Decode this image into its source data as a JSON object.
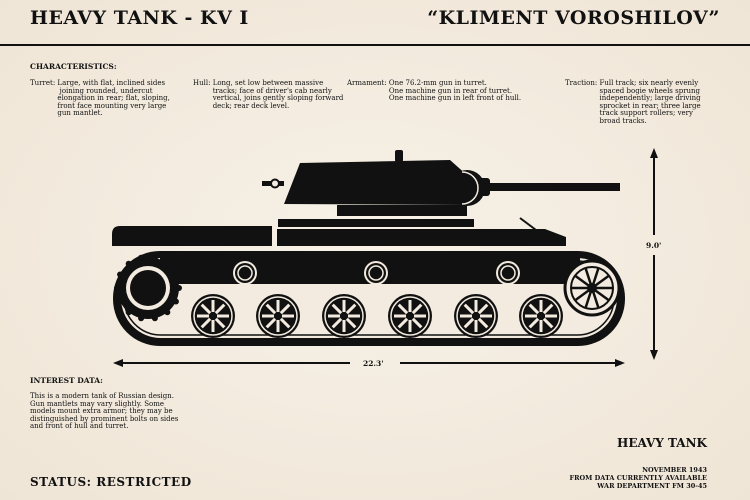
{
  "header": {
    "title_left": "HEAVY TANK - KV I",
    "title_right": "“KLIMENT VOROSHILOV”"
  },
  "characteristics": {
    "heading": "CHARACTERISTICS:",
    "items": [
      {
        "label": "Turret:",
        "text": "Large, with flat, inclined sides\n joining rounded, undercut\nelongation in rear; flat, sloping,\nfront face mounting very large\ngun mantlet."
      },
      {
        "label": "Hull:",
        "text": "Long, set low between massive\ntracks; face of driver's cab nearly\nvertical, joins gently sloping forward\ndeck; rear deck level."
      },
      {
        "label": "Armament:",
        "text": "One 76.2-mm gun in turret.\nOne machine gun in rear of turret.\nOne machine gun in left front of hull."
      },
      {
        "label": "Traction:",
        "text": "Full track; six nearly evenly\nspaced bogie wheels sprung\nindependently; large driving\nsprocket in rear; three large\ntrack support rollers; very\nbroad tracks."
      }
    ]
  },
  "dimensions": {
    "length": "22.3'",
    "height": "9.0'"
  },
  "interest": {
    "heading": "INTEREST DATA:",
    "text": "This is a modern tank of Russian design.\nGun mantlets may vary slightly. Some\nmodels mount extra armor; they may be\ndistinguished by prominent bolts on sides\nand front of hull and turret."
  },
  "footer": {
    "type": "HEAVY TANK",
    "status": "STATUS: RESTRICTED",
    "date": "NOVEMBER 1943",
    "source1": "FROM DATA CURRENTLY AVAILABLE",
    "source2": "WAR DEPARTMENT FM 30-45"
  }
}
